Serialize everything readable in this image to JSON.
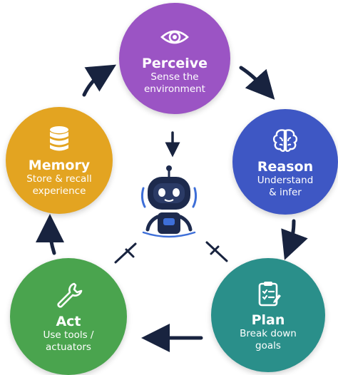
{
  "colors": {
    "perceive": "#9b54c4",
    "reason": "#3e57c4",
    "plan": "#2a8f8a",
    "act": "#4aa44e",
    "memory": "#e3a421",
    "arrow": "#18233f",
    "robot": "#1d2a4d"
  },
  "nodes": [
    {
      "id": "perceive",
      "title": "Perceive",
      "subtitle_line1": "Sense the",
      "subtitle_line2": "environment",
      "icon": "eye-icon"
    },
    {
      "id": "reason",
      "title": "Reason",
      "subtitle_line1": "Understand",
      "subtitle_line2": "& infer",
      "icon": "brain-icon"
    },
    {
      "id": "plan",
      "title": "Plan",
      "subtitle_line1": "Break down",
      "subtitle_line2": "goals",
      "icon": "clipboard-icon"
    },
    {
      "id": "act",
      "title": "Act",
      "subtitle_line1": "Use tools /",
      "subtitle_line2": "actuators",
      "icon": "wrench-icon"
    },
    {
      "id": "memory",
      "title": "Memory",
      "subtitle_line1": "Store & recall",
      "subtitle_line2": "experience",
      "icon": "database-icon"
    }
  ],
  "center": {
    "icon": "robot-icon"
  }
}
